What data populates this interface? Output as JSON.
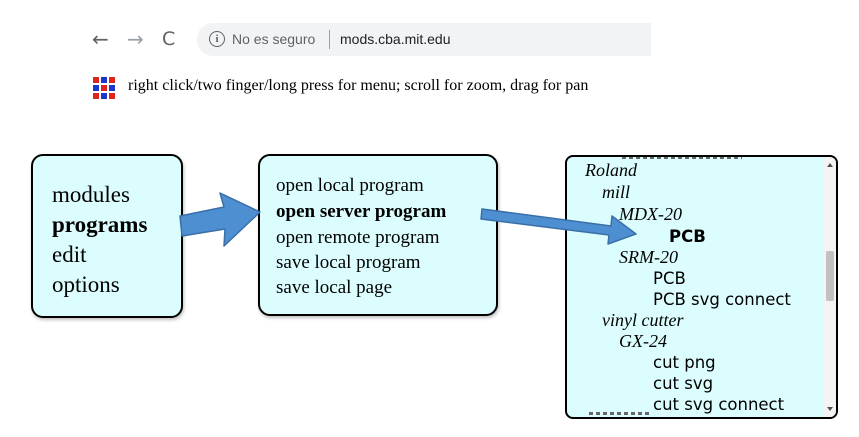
{
  "browser": {
    "back_icon": "arrow-left-icon",
    "forward_icon": "arrow-right-icon",
    "reload_icon": "reload-icon",
    "back_glyph": "←",
    "forward_glyph": "→",
    "reload_glyph": "C",
    "info_glyph": "i",
    "security_text": "No es seguro",
    "url": "mods.cba.mit.edu"
  },
  "hint": {
    "logo_icon": "mods-grid-icon",
    "text": "right click/two finger/long press for menu; scroll for zoom, drag for pan"
  },
  "main_menu": {
    "items": [
      "modules",
      "programs",
      "edit",
      "options"
    ],
    "selected": "programs"
  },
  "programs_menu": {
    "items": [
      "open local program",
      "open server program",
      "open remote program",
      "save local program",
      "save local page"
    ],
    "selected": "open server program"
  },
  "tree": {
    "items": [
      {
        "label": "Roland",
        "style": "italic"
      },
      {
        "label": "mill",
        "style": "italic"
      },
      {
        "label": "MDX-20",
        "style": "italic"
      },
      {
        "label": "PCB",
        "style": "bold"
      },
      {
        "label": "SRM-20",
        "style": "italic"
      },
      {
        "label": "PCB",
        "style": "program"
      },
      {
        "label": "PCB svg connect",
        "style": "program"
      },
      {
        "label": "vinyl cutter",
        "style": "italic"
      },
      {
        "label": "GX-24",
        "style": "italic"
      },
      {
        "label": "cut png",
        "style": "program"
      },
      {
        "label": "cut svg",
        "style": "program"
      },
      {
        "label": "cut svg connect",
        "style": "program"
      }
    ],
    "selected": "PCB"
  },
  "colors": {
    "menu_background": "#dcfdfd",
    "arrow_fill": "#4e8fd1",
    "arrow_stroke": "#3a6fa8",
    "logo_red": "#e0241b",
    "logo_blue": "#1b36c8"
  }
}
